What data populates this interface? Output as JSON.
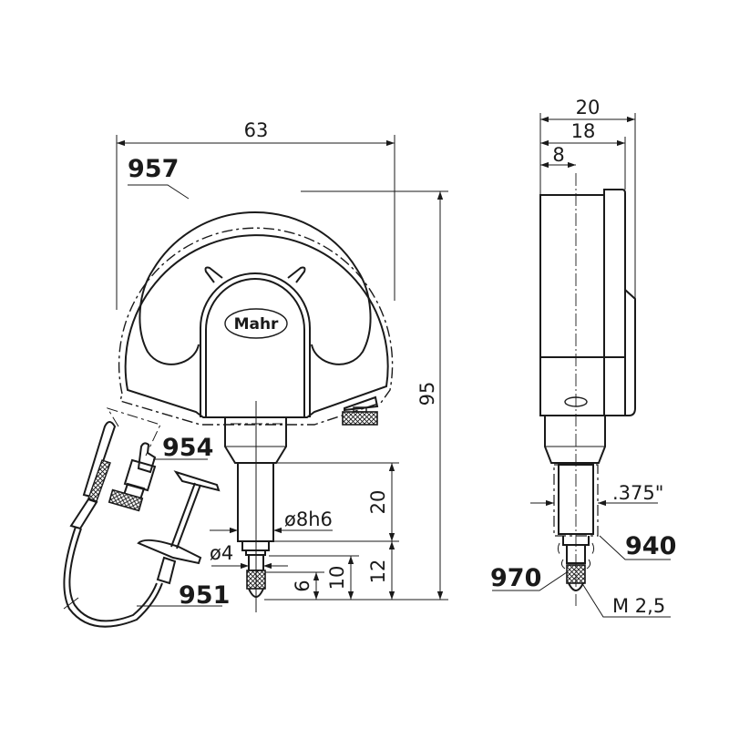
{
  "drawing": {
    "title": "Dial comparator dimension drawing",
    "brand_logo": "Mahr",
    "front_view": {
      "dimensions": {
        "width": "63",
        "height": "95",
        "stem_length": "20",
        "stem_diameter": "ø8h6",
        "tip_diameter": "ø4",
        "tip_12": "12",
        "tip_10": "10",
        "tip_6": "6"
      },
      "callouts": {
        "cover": "957",
        "insert": "954",
        "stylus": "951"
      }
    },
    "side_view": {
      "dimensions": {
        "depth_total": "20",
        "depth_body": "18",
        "axis_offset": "8",
        "stem_inch": ".375\"",
        "thread": "M 2,5"
      },
      "callouts": {
        "adapter": "940",
        "tip": "970"
      }
    }
  }
}
